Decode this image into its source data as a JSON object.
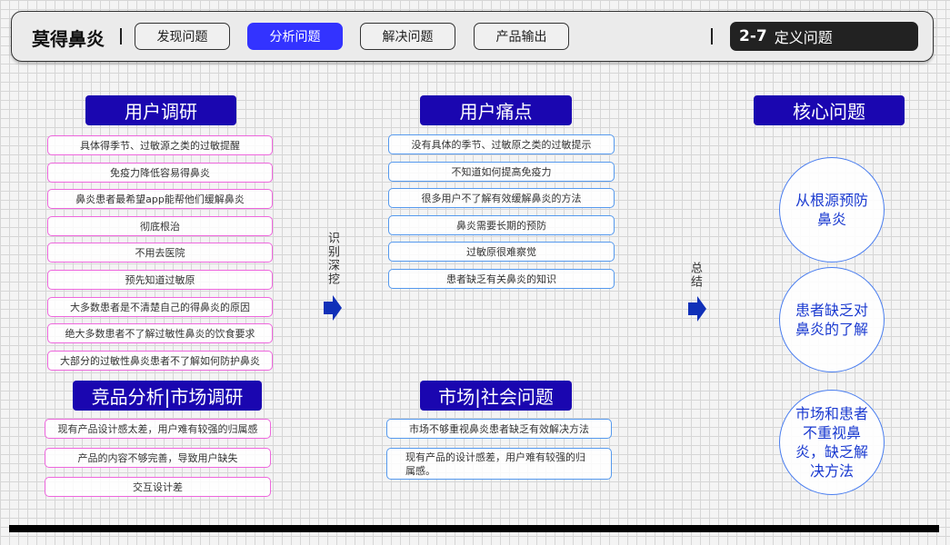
{
  "header": {
    "brand": "莫得鼻炎",
    "nav": [
      "发现问题",
      "分析问题",
      "解决问题",
      "产品输出"
    ],
    "active_nav": "分析问题",
    "page_number": "2-7",
    "page_title": "定义问题"
  },
  "user_research": {
    "title": "用户调研",
    "items": [
      "具体得季节、过敏源之类的过敏提醒",
      "免疫力降低容易得鼻炎",
      "鼻炎患者最希望app能帮他们缓解鼻炎",
      "彻底根治",
      "不用去医院",
      "预先知道过敏原",
      "大多数患者是不清楚自己的得鼻炎的原因",
      "绝大多数患者不了解过敏性鼻炎的饮食要求",
      "大部分的过敏性鼻炎患者不了解如何防护鼻炎"
    ]
  },
  "competitor": {
    "title": "竞品分析|市场调研",
    "items": [
      "现有产品设计感太差，用户难有较强的归属感",
      "产品的内容不够完善，导致用户缺失",
      "交互设计差"
    ]
  },
  "pain_points": {
    "title": "用户痛点",
    "items": [
      "没有具体的季节、过敏原之类的过敏提示",
      "不知道如何提高免疫力",
      "很多用户不了解有效缓解鼻炎的方法",
      "鼻炎需要长期的预防",
      "过敏原很难察觉",
      "患者缺乏有关鼻炎的知识"
    ]
  },
  "market": {
    "title": "市场|社会问题",
    "items": [
      "市场不够重视鼻炎患者缺乏有效解决方法",
      "现有产品的设计感差，用户难有较强的归属感。"
    ]
  },
  "flow": {
    "label1": "识别深挖",
    "label2": "总结"
  },
  "core": {
    "title": "核心问题",
    "items": [
      "从根源预防鼻炎",
      "患者缺乏对鼻炎的了解",
      "市场和患者不重视鼻炎，缺乏解决方法"
    ]
  },
  "colors": {
    "accent": "#3333ff",
    "section": "#1a06b0",
    "pink": "#ee66dd",
    "blue": "#5599ee"
  }
}
